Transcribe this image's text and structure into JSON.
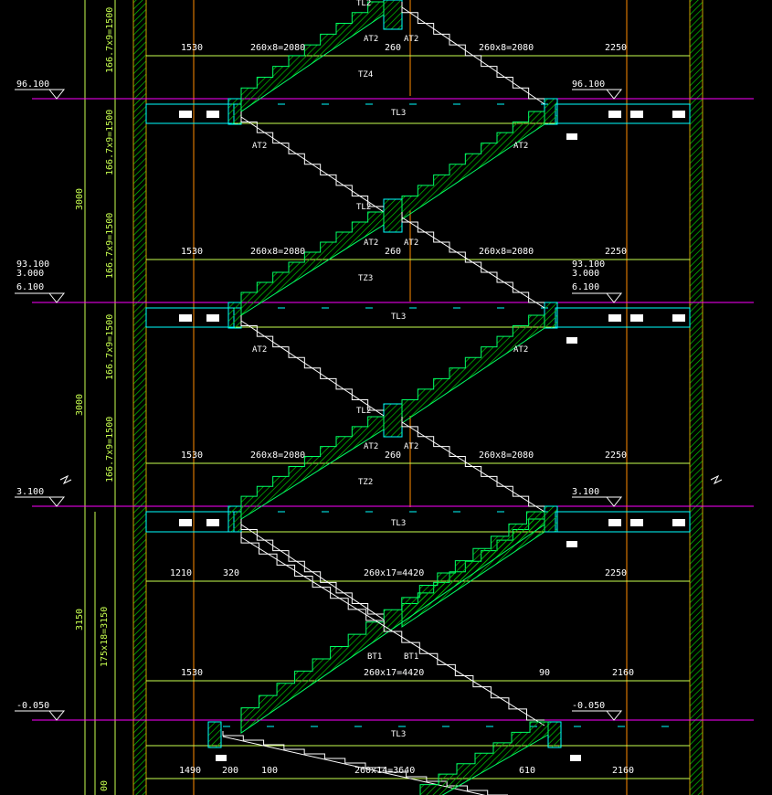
{
  "viewport": {
    "title": "",
    "background": "#000000"
  },
  "colors": {
    "dim": "#c8ff50",
    "level": "#ff00ff",
    "axis": "#ff8c00",
    "wall_edge": "#c8a000",
    "hatch": "#00c800",
    "stair": "#ffffff",
    "beam": "#00ffff",
    "text": "#ffffff"
  },
  "elevations": [
    {
      "mark": "96.100",
      "text2": ""
    },
    {
      "mark": "93.100",
      "text2": "3.000",
      "text3": "6.100"
    },
    {
      "mark": "3.100",
      "text2": ""
    },
    {
      "mark": "-0.050",
      "text2": ""
    }
  ],
  "right_elevations": [
    "96.100",
    "93.100",
    "3.000",
    "6.100",
    "3.100",
    "-0.050"
  ],
  "left_dims": [
    "3000",
    "3000",
    "3150"
  ],
  "riser_dims": [
    "166.7x9=1500",
    "166.7x9=1500",
    "166.7x9=1500",
    "166.7x9=1500",
    "166.7x9=1500",
    "175x18=3150",
    "00"
  ],
  "flight_dims": [
    {
      "left": "1530",
      "mid1": "260x8=2080",
      "mid2": "260",
      "mid3": "260x8=2080",
      "right": "2250"
    },
    {
      "left": "1530",
      "mid1": "260x8=2080",
      "mid2": "260",
      "mid3": "260x8=2080",
      "right": "2250"
    },
    {
      "left": "1530",
      "mid1": "260x8=2080",
      "mid2": "260",
      "mid3": "260x8=2080",
      "right": "2250"
    },
    {
      "left": "1210",
      "mid1": "320",
      "mid2": "260x17=4420",
      "right": "2250"
    },
    {
      "left": "1530",
      "mid1": "260x17=4420",
      "mid2": "90",
      "right": "2160"
    },
    {
      "left": "1490",
      "mid1": "200",
      "mid2": "100",
      "mid3": "260x14=3640",
      "mid4": "610",
      "right": "2160"
    }
  ],
  "labels": {
    "at2": "AT2",
    "tl2": "TL2",
    "tl3": "TL3",
    "tz4": "TZ4",
    "tz3": "TZ3",
    "tz2": "TZ2",
    "bt1": "BT1"
  }
}
